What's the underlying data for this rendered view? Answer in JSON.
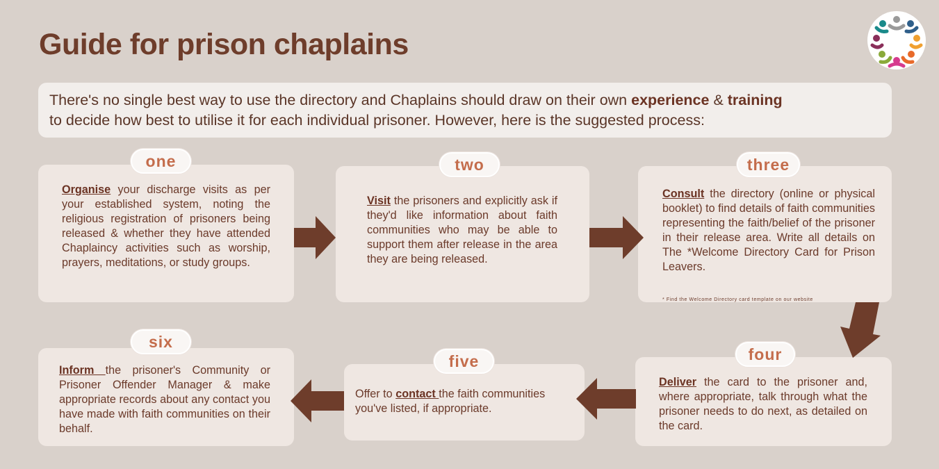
{
  "title": "Guide for prison chaplains",
  "intro": {
    "line1_before": "There's no single best way to use the directory and Chaplains should draw on their own ",
    "bold1": "experience",
    "amp": " & ",
    "bold2": "training",
    "line2": " to decide how best to utilise it for each individual prisoner. However, here is the suggested process:"
  },
  "steps": {
    "one": {
      "label": "one",
      "keyword": "Organise",
      "text": " your discharge visits as per your established system, noting the religious registration of prisoners being released & whether they have attended Chaplaincy activities such as worship, prayers, meditations, or study groups."
    },
    "two": {
      "label": "two",
      "keyword": "Visit",
      "text": " the prisoners and explicitly ask if they'd like information about faith communities who may be able to support them after release in the area they are being released."
    },
    "three": {
      "label": "three",
      "keyword": "Consult",
      "text": " the directory (online or physical booklet) to find details of faith communities representing the faith/belief of the prisoner in their release area. Write all details on The *Welcome Directory Card for Prison Leavers.",
      "footnote": "* Find the Welcome Directory card template on our website"
    },
    "four": {
      "label": "four",
      "keyword": "Deliver",
      "text": " the card to the prisoner and, where appropriate, talk through what the prisoner needs to do next, as detailed on the card."
    },
    "five": {
      "label": "five",
      "prefix": "Offer to ",
      "keyword": "contact ",
      "text": "the faith communities you've listed, if appropriate."
    },
    "six": {
      "label": "six",
      "keyword": "Inform ",
      "text": "the prisoner's Community or Prisoner Offender Manager & make appropriate records about any contact you have made with faith communities on their behalf."
    }
  },
  "colors": {
    "background": "#d9d1cb",
    "card": "#efe7e2",
    "accent": "#c46d4c",
    "arrow": "#6e3d2b"
  },
  "icons": [
    "logo-people-circle-icon",
    "arrow-right-icon",
    "arrow-down-icon",
    "arrow-left-icon"
  ]
}
